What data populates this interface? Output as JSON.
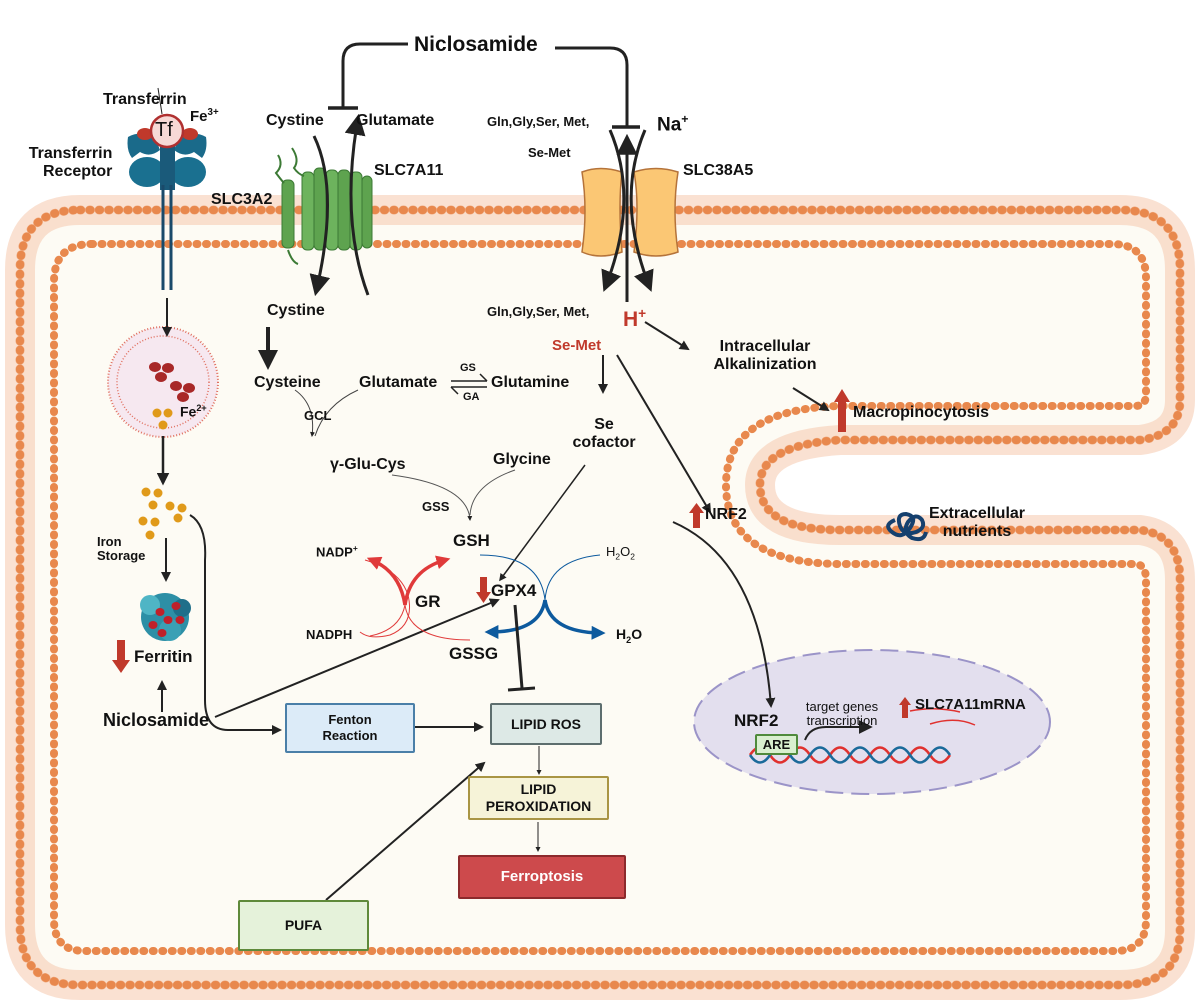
{
  "title": "Niclosamide-induced ferroptosis pathway",
  "colors": {
    "membrane": "#e8884d",
    "cytoplasm": "#fdfbf4",
    "up_down_arrow": "#c0392b",
    "gr_cycle": "#e03a3a",
    "gpx4_cycle": "#0d5a9e",
    "nucleus": "#e3dfee",
    "nucleus_border": "#9b94c8"
  },
  "extracellular": {
    "niclosamide_top": "Niclosamide",
    "transferrin": "Transferrin",
    "tf": "Tf",
    "fe3": "Fe",
    "fe3_sup": "3+",
    "transferrin_receptor_line1": "Transferrin",
    "transferrin_receptor_line2": "Receptor",
    "slc3a2": "SLC3A2",
    "slc7a11": "SLC7A11",
    "cystine_out": "Cystine",
    "glutamate_out": "Glutamate",
    "amino_acids_out": "Gln,Gly,Ser, Met,",
    "semet_out": "Se-Met",
    "na": "Na",
    "na_sup": "+",
    "slc38a5": "SLC38A5",
    "extracellular_nutrients_line1": "Extracellular",
    "extracellular_nutrients_line2": "nutrients"
  },
  "iron": {
    "fe2": "Fe",
    "fe2_sup": "2+",
    "iron_storage_line1": "Iron",
    "iron_storage_line2": "Storage",
    "ferritin": "Ferritin",
    "ferritin_change": "down",
    "niclosamide_left": "Niclosamide",
    "fenton_line1": "Fenton",
    "fenton_line2": "Reaction"
  },
  "gsh_synthesis": {
    "cystine_in": "Cystine",
    "cysteine": "Cysteine",
    "glutamate": "Glutamate",
    "gs": "GS",
    "ga": "GA",
    "glutamine": "Glutamine",
    "gcl": "GCL",
    "gamma_glu_cys": "γ-Glu-Cys",
    "glycine": "Glycine",
    "gss": "GSS",
    "gsh": "GSH",
    "gssg": "GSSG",
    "gr": "GR",
    "nadp": "NADP",
    "nadp_sup": "+",
    "nadph": "NADPH",
    "gpx4": "GPX4",
    "gpx4_change": "down",
    "h2o2_a": "H",
    "h2o2_sub1": "2",
    "h2o2_b": "O",
    "h2o2_sub2": "2",
    "h2o_a": "H",
    "h2o_sub": "2",
    "h2o_b": "O"
  },
  "slc38a5_pathway": {
    "amino_acids_in": "Gln,Gly,Ser, Met,",
    "h": "H",
    "h_sup": "+",
    "semet_in": "Se-Met",
    "se_cofactor_line1": "Se",
    "se_cofactor_line2": "cofactor",
    "intracellular_line1": "Intracellular",
    "intracellular_line2": "Alkalinization",
    "macropinocytosis": "Macropinocytosis",
    "macropinocytosis_change": "up",
    "nrf2": "NRF2",
    "nrf2_change": "up"
  },
  "lipid": {
    "lipid_ros": "LIPID ROS",
    "lipid_peroxidation_line1": "LIPID",
    "lipid_peroxidation_line2": "PEROXIDATION",
    "ferroptosis": "Ferroptosis",
    "pufa": "PUFA"
  },
  "nucleus": {
    "nrf2": "NRF2",
    "are": "ARE",
    "target_line1": "target genes",
    "target_line2": "transcription",
    "slc7a11_mrna": "SLC7A11mRNA",
    "slc7a11_mrna_change": "up"
  }
}
